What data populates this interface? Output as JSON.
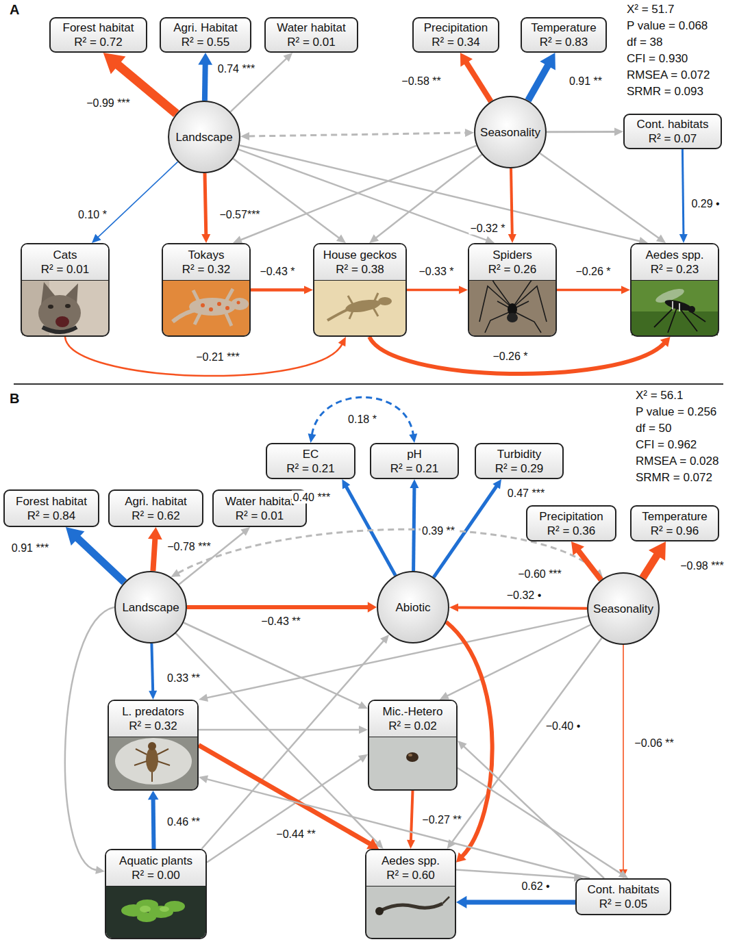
{
  "diagram": {
    "nodes": [
      {
        "text": [
          "Forest habitat",
          "R² = 0.72"
        ]
      },
      {
        "text": [
          "Agri. Habitat",
          "R² = 0.55"
        ]
      },
      {
        "text": [
          "Water habitat",
          "R² = 0.01"
        ]
      },
      {
        "text": [
          "Precipitation",
          "R² = 0.34"
        ]
      },
      {
        "text": [
          "Temperature",
          "R² = 0.83"
        ]
      },
      {
        "text": [
          "Landscape"
        ]
      },
      {
        "text": [
          "Seasonality"
        ]
      },
      {
        "text": [
          "Cont. habitats",
          "R² = 0.07"
        ]
      },
      {
        "text": [
          "Cats",
          "R² = 0.01"
        ]
      },
      {
        "text": [
          "Tokays",
          "R² = 0.32"
        ]
      },
      {
        "text": [
          "House geckos",
          "R² = 0.38"
        ]
      },
      {
        "text": [
          "Spiders",
          "R² = 0.26"
        ]
      },
      {
        "text": [
          "Aedes spp.",
          "R² = 0.23"
        ]
      },
      {
        "text": [
          "EC",
          "R² = 0.21"
        ]
      },
      {
        "text": [
          "pH",
          "R² = 0.21"
        ]
      },
      {
        "text": [
          "Turbidity",
          "R² = 0.29"
        ]
      },
      {
        "text": [
          "Forest habitat",
          "R² = 0.84"
        ]
      },
      {
        "text": [
          "Agri. habitat",
          "R² = 0.62"
        ]
      },
      {
        "text": [
          "Water habitat",
          "R² = 0.01"
        ]
      },
      {
        "text": [
          "Precipitation",
          "R² = 0.36"
        ]
      },
      {
        "text": [
          "Temperature",
          "R² = 0.96"
        ]
      },
      {
        "text": [
          "Landscape"
        ]
      },
      {
        "text": [
          "Abiotic"
        ]
      },
      {
        "text": [
          "Seasonality"
        ]
      },
      {
        "text": [
          "L. predators",
          "R² = 0.32"
        ]
      },
      {
        "text": [
          "Mic.-Hetero",
          "R² = 0.02"
        ]
      },
      {
        "text": [
          "Aquatic plants",
          "R² = 0.00"
        ]
      },
      {
        "text": [
          "Aedes spp.",
          "R² = 0.60"
        ]
      },
      {
        "text": [
          "Cont. habitats",
          "R² = 0.05"
        ]
      }
    ],
    "edges": [
      {
        "from": 5,
        "to": 0,
        "arrow": "to",
        "label": "−0.99 ***"
      },
      {
        "from": 5,
        "to": 1,
        "arrow": "to",
        "label": "0.74 ***"
      },
      {
        "from": 5,
        "to": 2,
        "arrow": "to"
      },
      {
        "from": 6,
        "to": 3,
        "arrow": "to",
        "label": "−0.58 **"
      },
      {
        "from": 6,
        "to": 4,
        "arrow": "to",
        "label": "0.91 **"
      },
      {
        "from": 5,
        "to": 6,
        "arrow": "both"
      },
      {
        "from": 6,
        "to": 7,
        "arrow": "to"
      },
      {
        "from": 7,
        "to": 12,
        "arrow": "to",
        "label": "0.29 •"
      },
      {
        "from": 5,
        "to": 8,
        "arrow": "to",
        "label": "0.10 *"
      },
      {
        "from": 5,
        "to": 9,
        "arrow": "to",
        "label": "−0.57***"
      },
      {
        "from": 5,
        "to": 10,
        "arrow": "to"
      },
      {
        "from": 5,
        "to": 11,
        "arrow": "to"
      },
      {
        "from": 5,
        "to": 12,
        "arrow": "to"
      },
      {
        "from": 6,
        "to": 9,
        "arrow": "to"
      },
      {
        "from": 6,
        "to": 10,
        "arrow": "to"
      },
      {
        "from": 6,
        "to": 11,
        "arrow": "to",
        "label": "−0.32 *"
      },
      {
        "from": 6,
        "to": 12,
        "arrow": "to"
      },
      {
        "from": 9,
        "to": 10,
        "arrow": "to",
        "label": "−0.43 *"
      },
      {
        "from": 10,
        "to": 11,
        "arrow": "to",
        "label": "−0.33 *"
      },
      {
        "from": 11,
        "to": 12,
        "arrow": "to",
        "label": "−0.26 *"
      },
      {
        "from": 8,
        "to": 10,
        "arrow": "to",
        "label": "−0.21 ***"
      },
      {
        "from": 10,
        "to": 12,
        "arrow": "to",
        "label": "−0.26 *"
      },
      {
        "from": 13,
        "to": 14,
        "arrow": "both",
        "label": "0.18 *"
      },
      {
        "from": 22,
        "to": 13,
        "arrow": "to",
        "label": "0.40 ***"
      },
      {
        "from": 22,
        "to": 14,
        "arrow": "to",
        "label": "0.39 **"
      },
      {
        "from": 22,
        "to": 15,
        "arrow": "to",
        "label": "0.47 ***"
      },
      {
        "from": 21,
        "to": 16,
        "arrow": "to",
        "label": "0.91 ***"
      },
      {
        "from": 21,
        "to": 17,
        "arrow": "to",
        "label": "−0.78 ***"
      },
      {
        "from": 21,
        "to": 18,
        "arrow": "to"
      },
      {
        "from": 21,
        "to": 23,
        "arrow": "both"
      },
      {
        "from": 23,
        "to": 19,
        "arrow": "to",
        "label": "−0.60 ***"
      },
      {
        "from": 23,
        "to": 20,
        "arrow": "to",
        "label": "−0.98 ***"
      },
      {
        "from": 21,
        "to": 22,
        "arrow": "to",
        "label": "−0.43 **"
      },
      {
        "from": 23,
        "to": 22,
        "arrow": "to",
        "label": "−0.32 •"
      },
      {
        "from": 21,
        "to": 24,
        "arrow": "to",
        "label": "0.33 **"
      },
      {
        "from": 21,
        "to": 26,
        "arrow": "to"
      },
      {
        "from": 21,
        "to": 25,
        "arrow": "to"
      },
      {
        "from": 21,
        "to": 27,
        "arrow": "to"
      },
      {
        "from": 23,
        "to": 24,
        "arrow": "to"
      },
      {
        "from": 23,
        "to": 25,
        "arrow": "to"
      },
      {
        "from": 23,
        "to": 27,
        "arrow": "to"
      },
      {
        "from": 23,
        "to": 28,
        "arrow": "to",
        "label": "−0.06 **"
      },
      {
        "from": 22,
        "to": 27,
        "arrow": "to",
        "label": "−0.40 •"
      },
      {
        "from": 26,
        "to": 24,
        "arrow": "to",
        "label": "0.46 **"
      },
      {
        "from": 26,
        "to": 22,
        "arrow": "to"
      },
      {
        "from": 26,
        "to": 25,
        "arrow": "to"
      },
      {
        "from": 24,
        "to": 25,
        "arrow": "to"
      },
      {
        "from": 24,
        "to": 27,
        "arrow": "to",
        "label": "−0.44 **"
      },
      {
        "from": 25,
        "to": 27,
        "arrow": "to",
        "label": "−0.27 **"
      },
      {
        "from": 25,
        "to": 28,
        "arrow": "to"
      },
      {
        "from": 28,
        "to": 25,
        "arrow": "to"
      },
      {
        "from": 28,
        "to": 24,
        "arrow": "to"
      },
      {
        "from": 27,
        "to": 28,
        "arrow": "to"
      },
      {
        "from": 28,
        "to": 27,
        "arrow": "to",
        "label": "0.62 •"
      }
    ],
    "labels": [
      "A",
      "X² = 51.7",
      "P value = 0.068",
      "df = 38",
      "CFI = 0.930",
      "RMSEA = 0.072",
      "SRMR = 0.093",
      "B",
      "X² = 56.1",
      "P value = 0.256",
      "df = 50",
      "CFI = 0.962",
      "RMSEA = 0.028",
      "SRMR = 0.072"
    ]
  }
}
